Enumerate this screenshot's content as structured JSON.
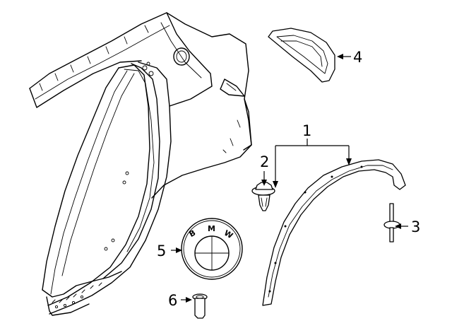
{
  "callouts": [
    {
      "id": "1",
      "label": "1"
    },
    {
      "id": "2",
      "label": "2"
    },
    {
      "id": "3",
      "label": "3"
    },
    {
      "id": "4",
      "label": "4"
    },
    {
      "id": "5",
      "label": "5"
    },
    {
      "id": "6",
      "label": "6"
    }
  ],
  "emblem": {
    "letters": [
      "B",
      "M",
      "W"
    ]
  }
}
